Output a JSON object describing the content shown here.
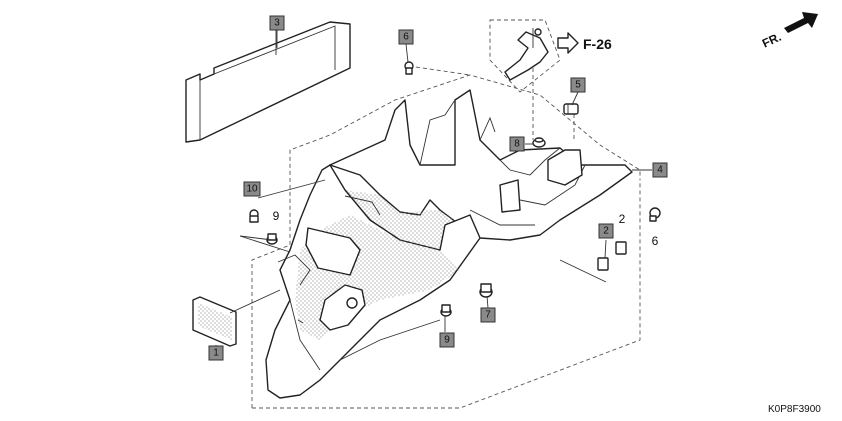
{
  "diagram": {
    "direction_label": "FR.",
    "ref_label": "F-26",
    "drawing_code": "K0P8F3900",
    "callouts": [
      {
        "key": "c3",
        "label": "3"
      },
      {
        "key": "c6a",
        "label": "6"
      },
      {
        "key": "c5",
        "label": "5"
      },
      {
        "key": "c8",
        "label": "8"
      },
      {
        "key": "c4",
        "label": "4"
      },
      {
        "key": "c10",
        "label": "10"
      },
      {
        "key": "c2",
        "label": "2"
      },
      {
        "key": "c7",
        "label": "7"
      },
      {
        "key": "c9",
        "label": "9"
      },
      {
        "key": "c1",
        "label": "1"
      }
    ],
    "plain_numbers": [
      {
        "key": "n9",
        "label": "9"
      },
      {
        "key": "n2",
        "label": "2"
      },
      {
        "key": "n6",
        "label": "6"
      }
    ]
  }
}
